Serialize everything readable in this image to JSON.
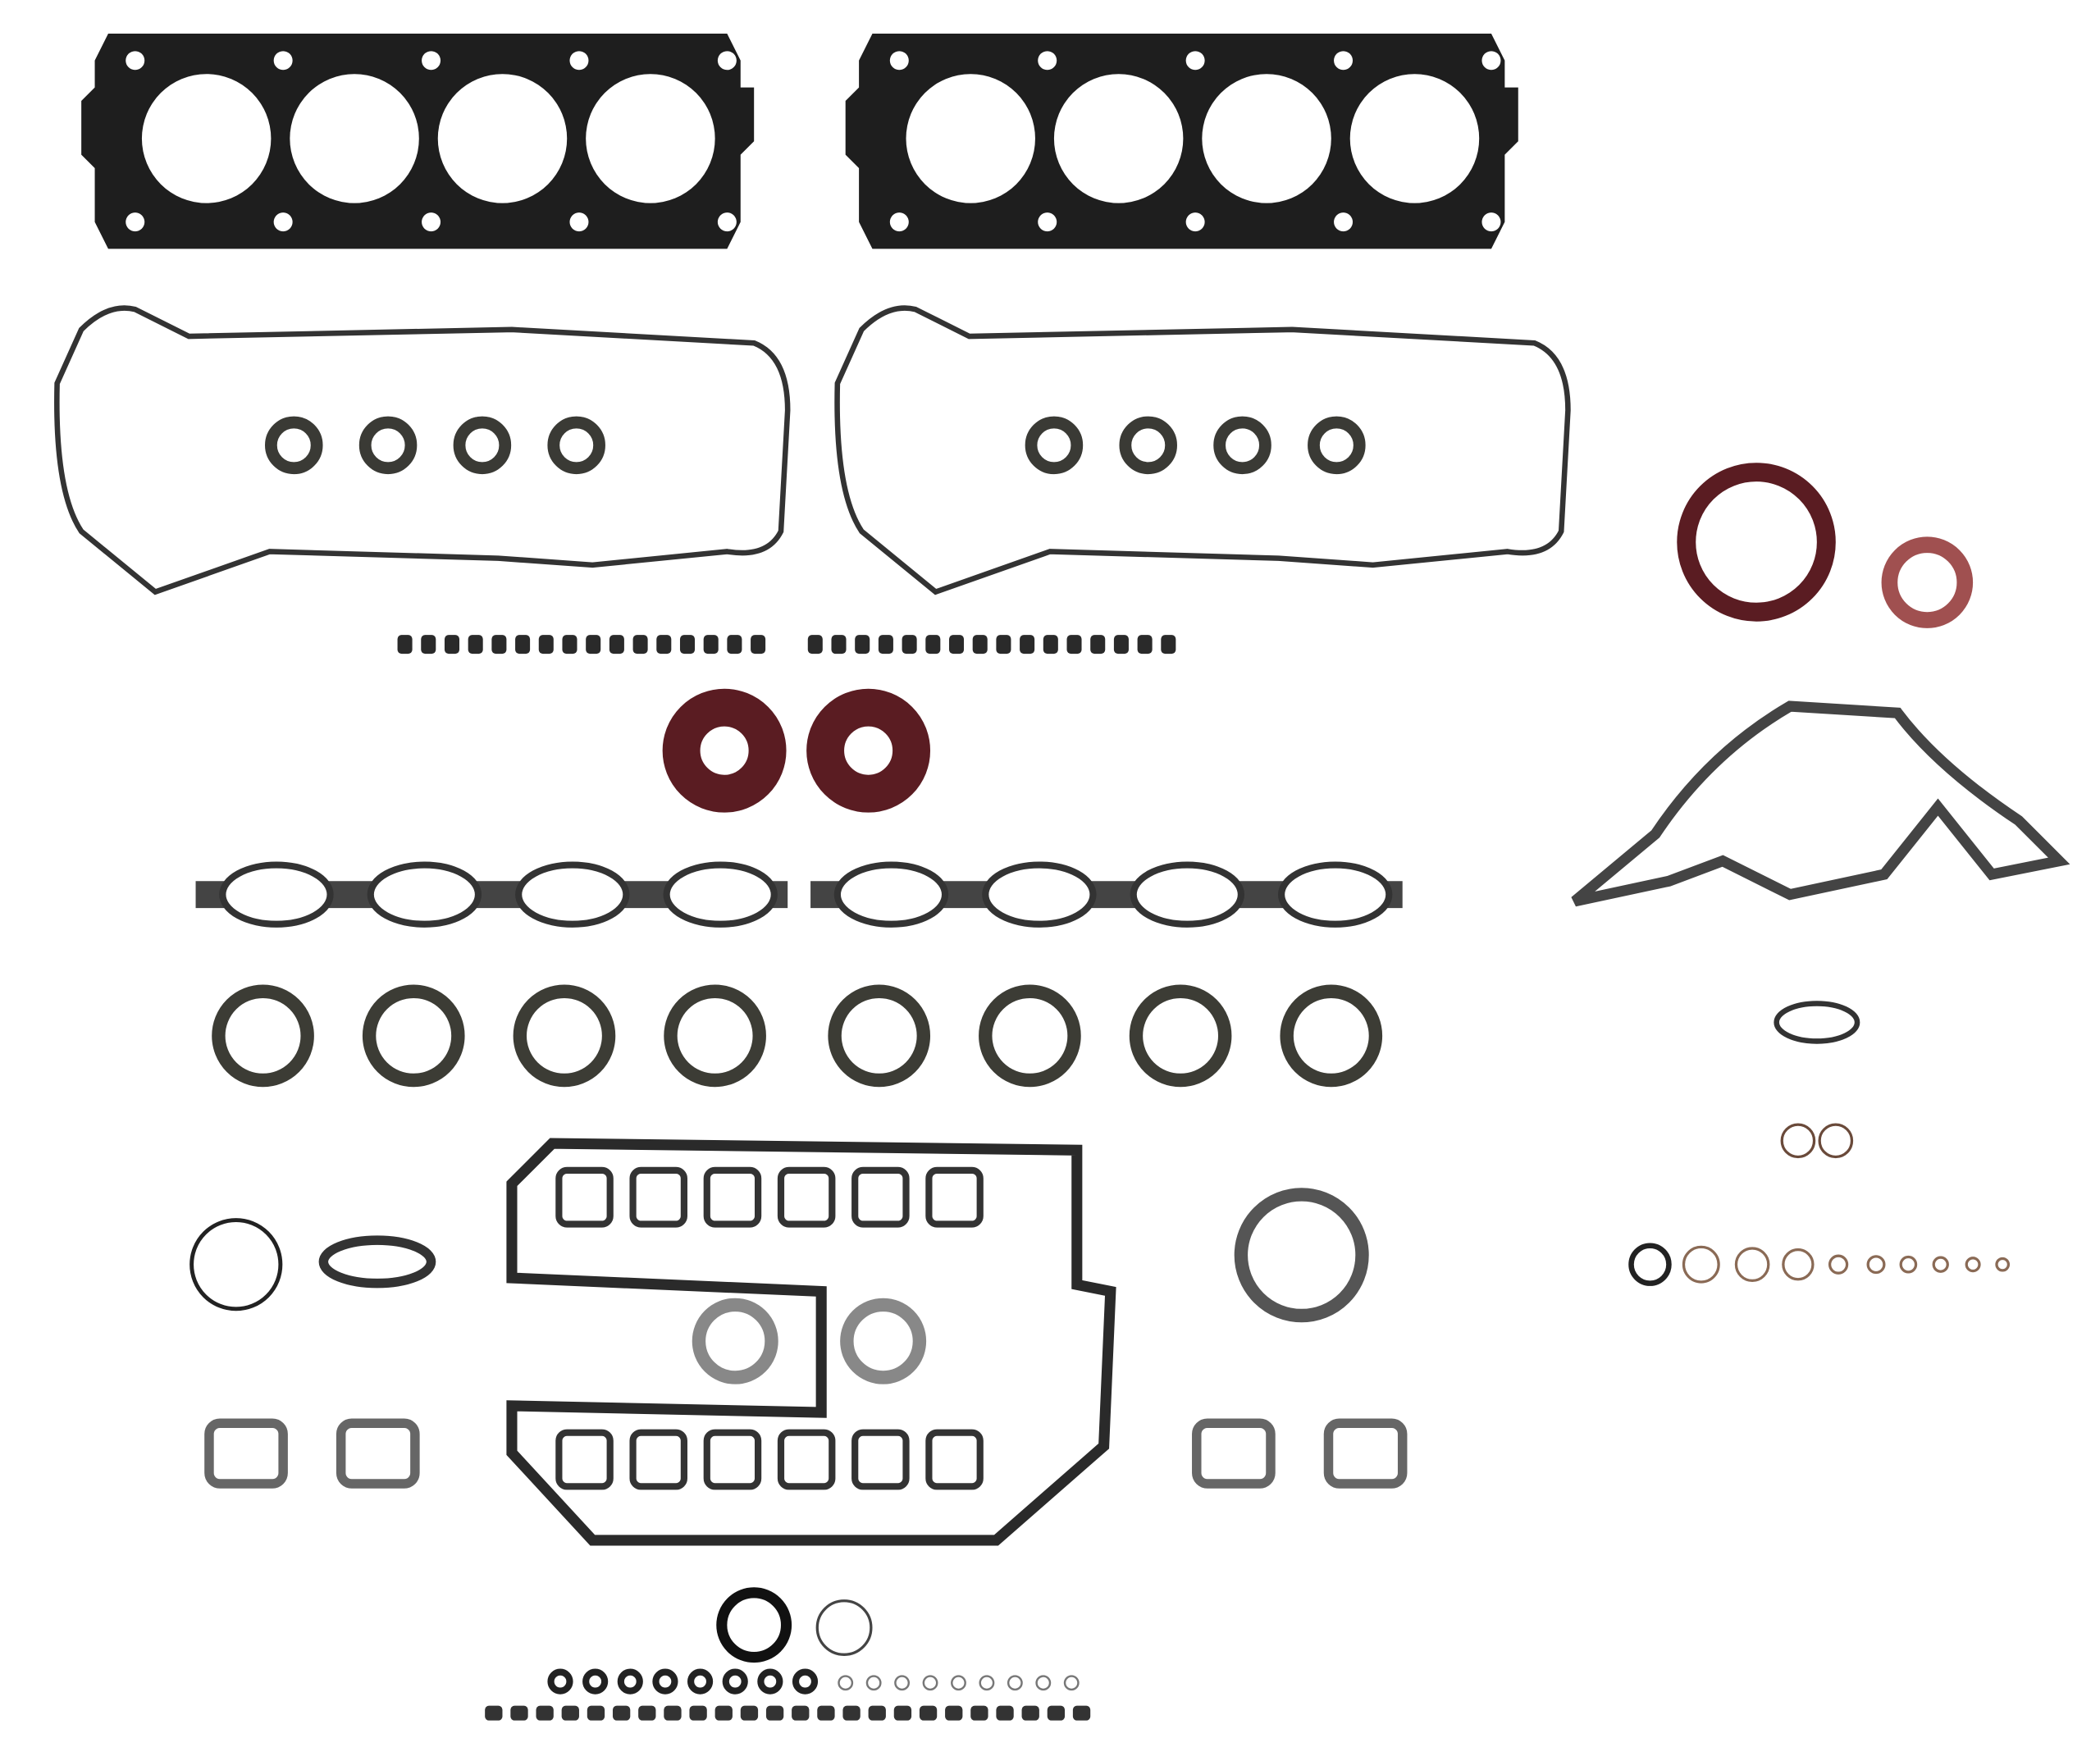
{
  "colors": {
    "background": "#ffffff",
    "gasket_dark": "#1e1e1e",
    "gasket_metal": "#5a5a52",
    "seal_red": "#5a1c22",
    "seal_light": "#a0a0a0"
  },
  "components": {
    "head_gaskets": 2,
    "valve_cover_gaskets": 2,
    "spark_plug_tube_seals": 8,
    "valve_stem_seals": 32,
    "cam_seals": 2,
    "intake_gaskets": 2,
    "exhaust_gaskets": 2
  }
}
